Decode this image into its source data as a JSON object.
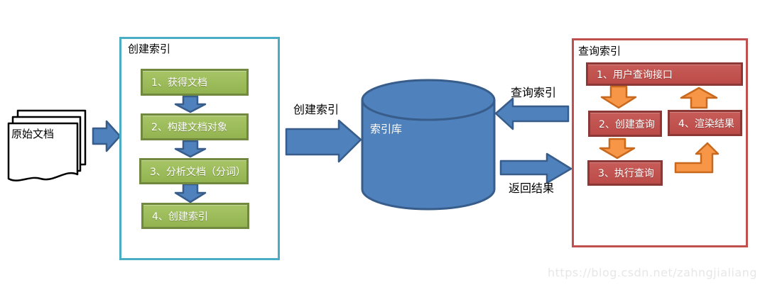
{
  "source_documents": {
    "label": "原始文档"
  },
  "index_creation": {
    "title": "创建索引",
    "steps": [
      {
        "label": "1、获得文档"
      },
      {
        "label": "2、构建文档对象"
      },
      {
        "label": "3、分析文档（分词）"
      },
      {
        "label": "4、创建索引"
      }
    ]
  },
  "index_store": {
    "label": "索引库"
  },
  "flows": {
    "create_index_label": "创建索引",
    "query_index_label": "查询索引",
    "return_results_label": "返回结果"
  },
  "query_panel": {
    "title": "查询索引",
    "steps": [
      {
        "label": "1、用户查询接口"
      },
      {
        "label": "2、创建查询"
      },
      {
        "label": "3、执行查询"
      },
      {
        "label": "4、渲染结果"
      }
    ]
  },
  "watermark": "https://blog.csdn.net/zahngjialiang",
  "colors": {
    "blue_fill": "#4f81bd",
    "blue_stroke": "#385d8a",
    "green_fill": "#9bbb59",
    "green_stroke": "#71893f",
    "cyan_border": "#4bacc6",
    "red_fill": "#c0504d",
    "red_stroke": "#8c3836",
    "orange_fill": "#f79646",
    "orange_stroke": "#c8691e"
  }
}
